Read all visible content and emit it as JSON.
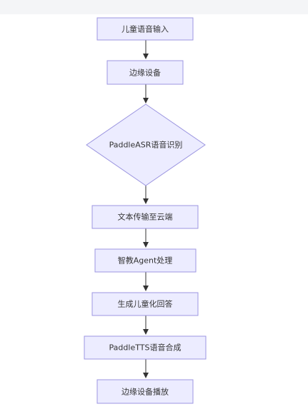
{
  "flowchart": {
    "nodes": [
      {
        "id": "n1",
        "shape": "rect",
        "label": "儿童语音输入"
      },
      {
        "id": "n2",
        "shape": "rect",
        "label": "边缘设备"
      },
      {
        "id": "n3",
        "shape": "diamond",
        "label": "PaddleASR语音识别"
      },
      {
        "id": "n4",
        "shape": "rect",
        "label": "文本传输至云端"
      },
      {
        "id": "n5",
        "shape": "rect",
        "label": "智教Agent处理"
      },
      {
        "id": "n6",
        "shape": "rect",
        "label": "生成儿童化回答"
      },
      {
        "id": "n7",
        "shape": "rect",
        "label": "PaddleTTS语音合成"
      },
      {
        "id": "n8",
        "shape": "rect",
        "label": "边缘设备播放"
      }
    ],
    "edges": [
      {
        "from": "n1",
        "to": "n2"
      },
      {
        "from": "n2",
        "to": "n3"
      },
      {
        "from": "n3",
        "to": "n4"
      },
      {
        "from": "n4",
        "to": "n5"
      },
      {
        "from": "n5",
        "to": "n6"
      },
      {
        "from": "n6",
        "to": "n7"
      },
      {
        "from": "n7",
        "to": "n8"
      }
    ],
    "colors": {
      "node_fill": "#ececff",
      "node_stroke": "#9c96e0",
      "edge": "#333333",
      "text": "#333333"
    }
  }
}
